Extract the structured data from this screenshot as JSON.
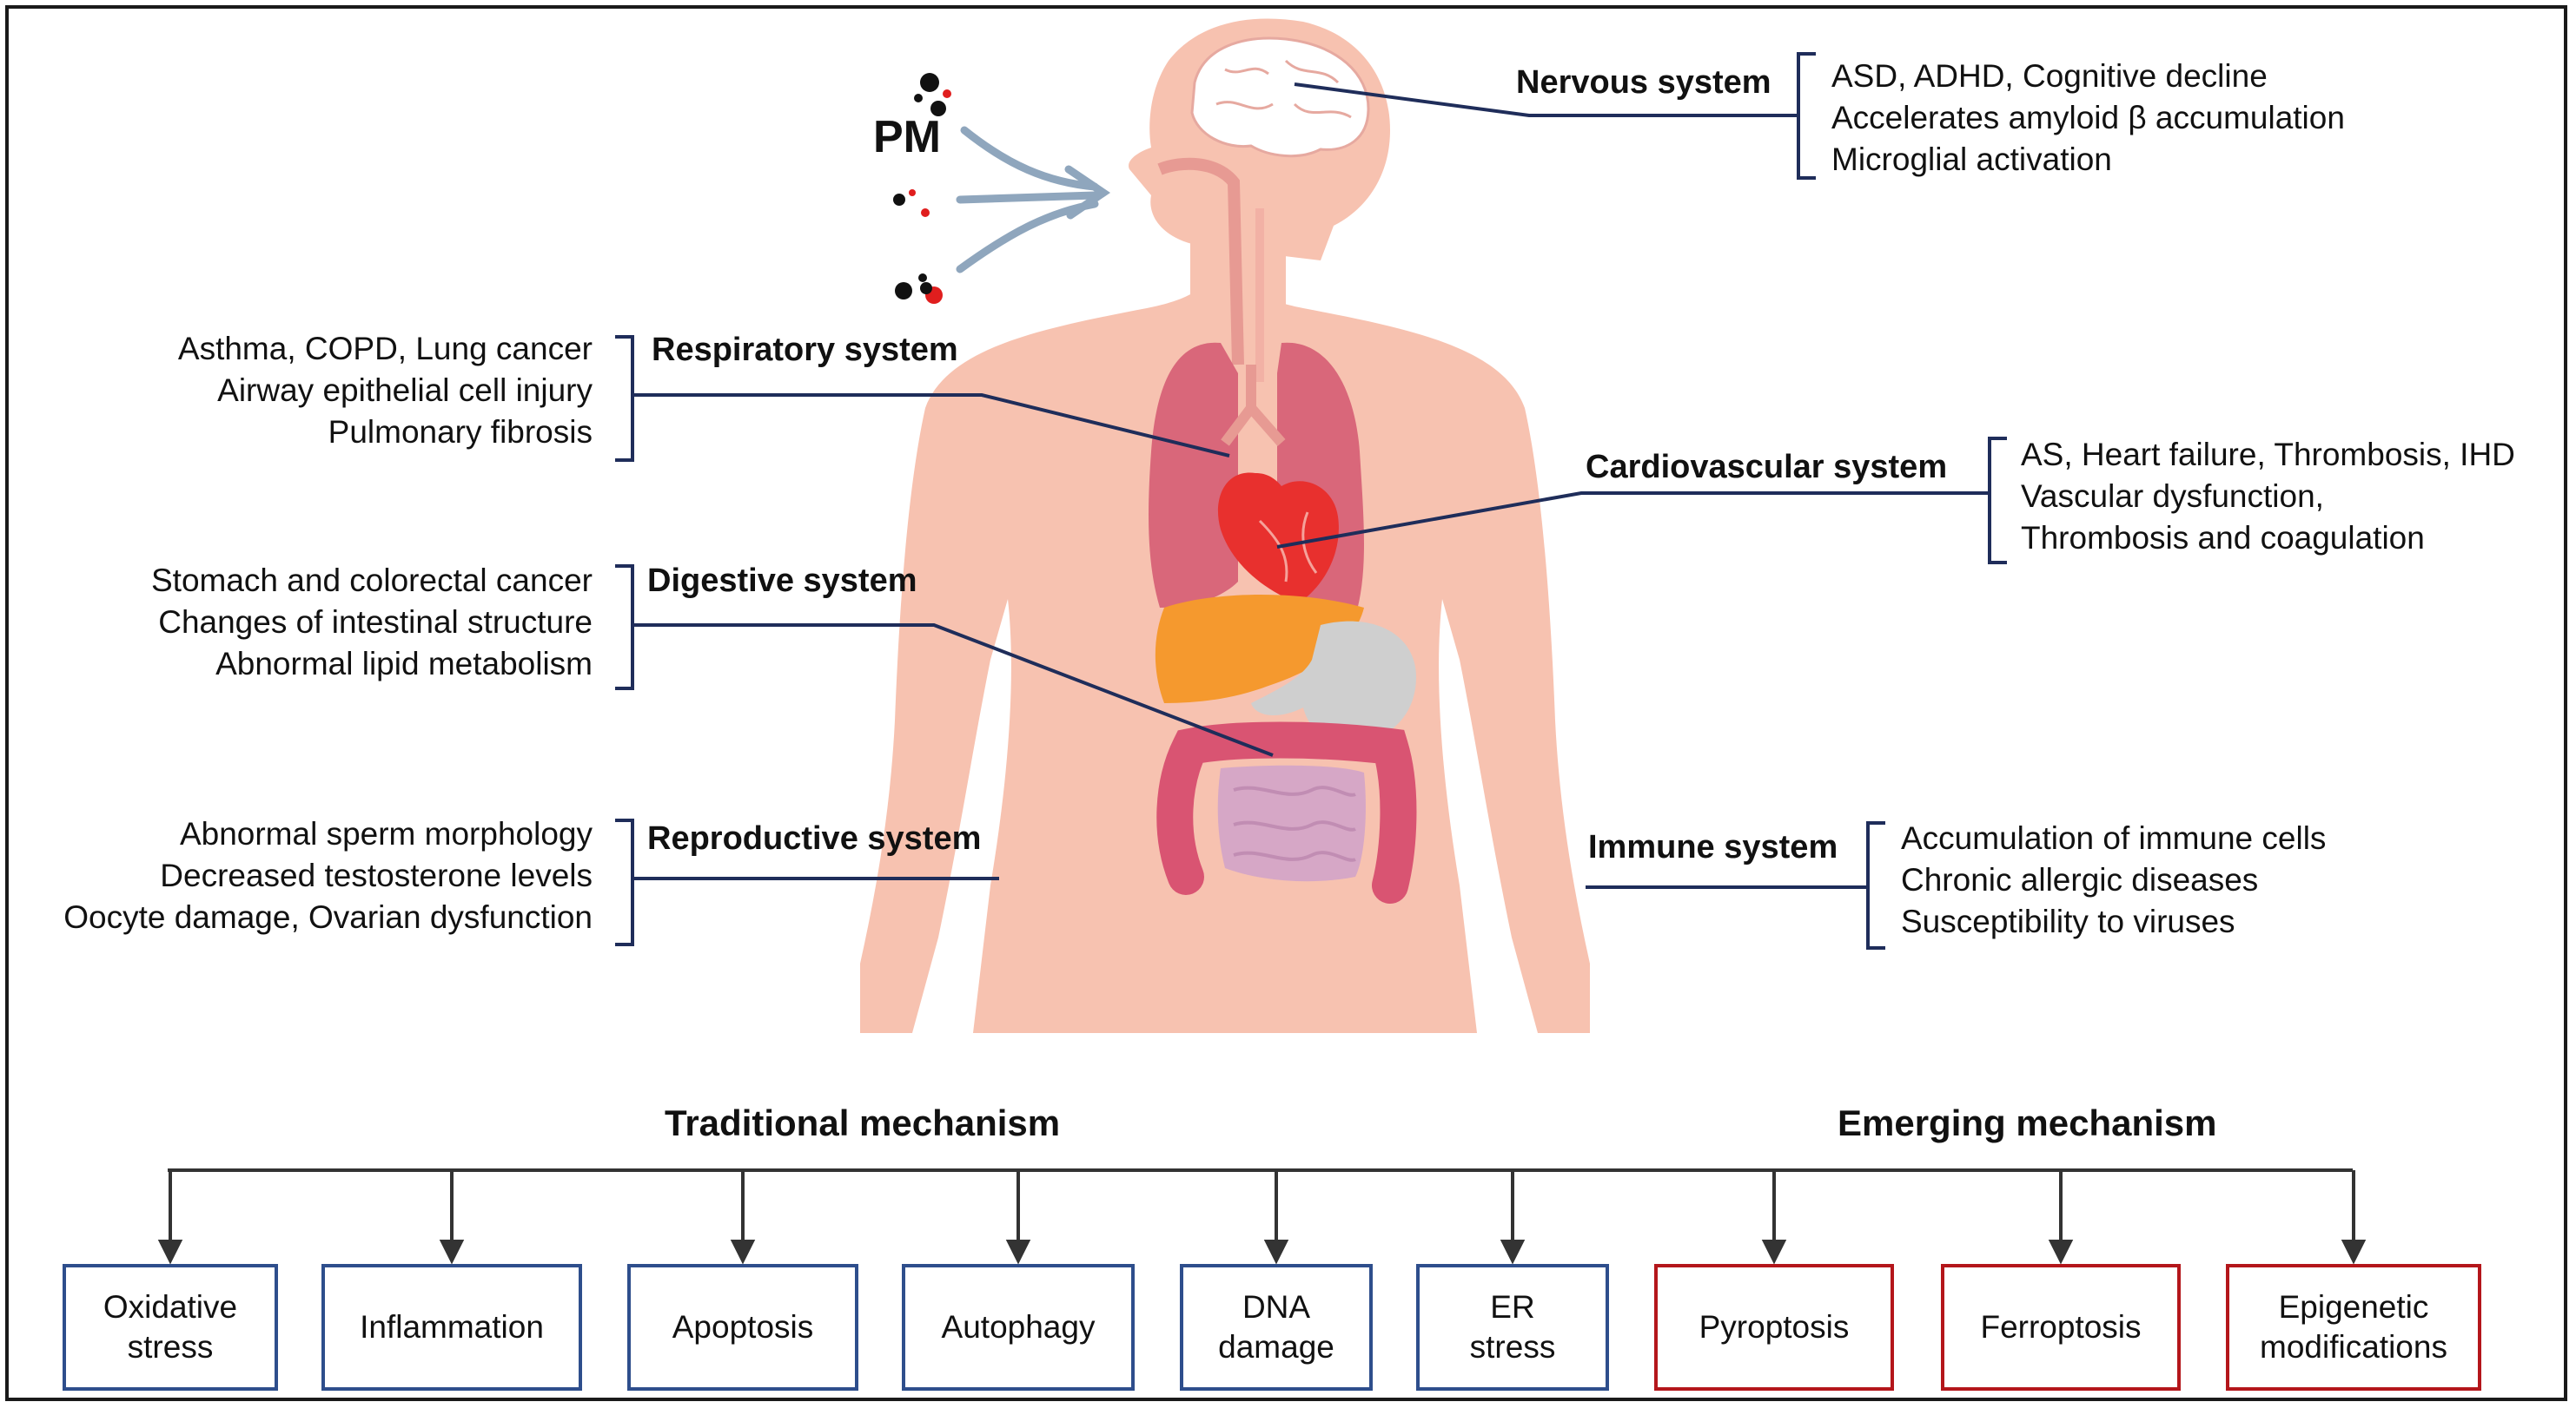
{
  "particle_label": "PM",
  "systems": {
    "nervous": {
      "name": "Nervous system",
      "effects": [
        "ASD, ADHD, Cognitive decline",
        "Accelerates amyloid β accumulation",
        "Microglial activation"
      ]
    },
    "respiratory": {
      "name": "Respiratory system",
      "effects": [
        "Asthma, COPD, Lung cancer",
        "Airway epithelial cell injury",
        "Pulmonary fibrosis"
      ]
    },
    "cardiovascular": {
      "name": "Cardiovascular system",
      "effects": [
        "AS, Heart failure, Thrombosis, IHD",
        "Vascular dysfunction,",
        "Thrombosis and coagulation"
      ]
    },
    "digestive": {
      "name": "Digestive system",
      "effects": [
        "Stomach and colorectal cancer",
        "Changes of intestinal structure",
        "Abnormal lipid metabolism"
      ]
    },
    "reproductive": {
      "name": "Reproductive system",
      "effects": [
        "Abnormal sperm morphology",
        "Decreased testosterone levels",
        "Oocyte damage, Ovarian dysfunction"
      ]
    },
    "immune": {
      "name": "Immune system",
      "effects": [
        "Accumulation of immune cells",
        "Chronic allergic diseases",
        "Susceptibility to viruses"
      ]
    }
  },
  "mechanisms": {
    "traditional_title": "Traditional mechanism",
    "emerging_title": "Emerging mechanism",
    "traditional": [
      "Oxidative\nstress",
      "Inflammation",
      "Apoptosis",
      "Autophagy",
      "DNA\ndamage",
      "ER\nstress"
    ],
    "emerging": [
      "Pyroptosis",
      "Ferroptosis",
      "Epigenetic\nmodifications"
    ]
  },
  "colors": {
    "connector": "#1f2d5a",
    "traditional_border": "#2e4e8c",
    "emerging_border": "#b4161b",
    "skin": "#f7c2b0",
    "lung": "#d9677a",
    "liver": "#f5992e",
    "stomach": "#cfcfcf",
    "intestine": "#d95472",
    "heart": "#e8302e"
  }
}
